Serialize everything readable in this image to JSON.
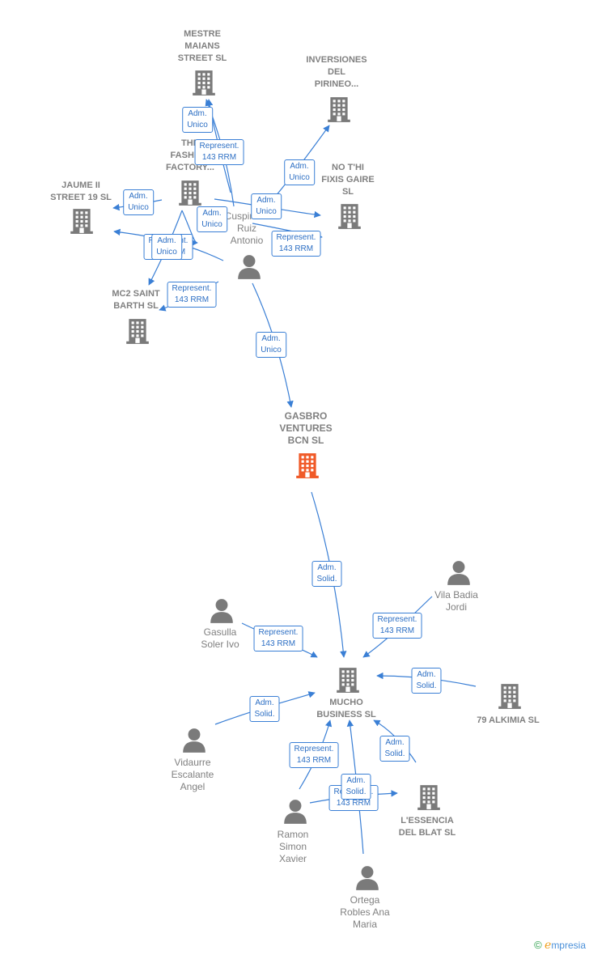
{
  "colors": {
    "edge": "#3a7fd5",
    "company": "#7a7a7a",
    "main_company": "#f05a28",
    "person": "#7a7a7a"
  },
  "nodes": [
    {
      "id": "mestre",
      "kind": "company",
      "label": "MESTRE\nMAIANS\nSTREET  SL",
      "icon": "building-icon"
    },
    {
      "id": "inversiones",
      "kind": "company",
      "label": "INVERSIONES\nDEL\nPIRINEO...",
      "icon": "building-icon"
    },
    {
      "id": "fashion",
      "kind": "company",
      "label": "THE\nFASHION\nFACTORY...",
      "icon": "building-icon"
    },
    {
      "id": "nothi",
      "kind": "company",
      "label": "NO T'HI\nFIXIS GAIRE\nSL",
      "icon": "building-icon"
    },
    {
      "id": "jaume",
      "kind": "company",
      "label": "JAUME II\nSTREET 19  SL",
      "icon": "building-icon"
    },
    {
      "id": "ruiz",
      "kind": "person",
      "label": "Cuspinera\nRuiz\nAntonio",
      "icon": "person-icon"
    },
    {
      "id": "mc2",
      "kind": "company",
      "label": "MC2 SAINT\nBARTH  SL",
      "icon": "building-icon"
    },
    {
      "id": "gasbro",
      "kind": "main",
      "label": "GASBRO\nVENTURES\nBCN  SL",
      "icon": "building-icon"
    },
    {
      "id": "vila",
      "kind": "person",
      "label": "Vila Badia\nJordi",
      "icon": "person-icon"
    },
    {
      "id": "gasulla",
      "kind": "person",
      "label": "Gasulla\nSoler Ivo",
      "icon": "person-icon"
    },
    {
      "id": "mucho",
      "kind": "company",
      "label": "MUCHO\nBUSINESS  SL",
      "icon": "building-icon"
    },
    {
      "id": "alkimia",
      "kind": "company",
      "label": "79 ALKIMIA SL",
      "icon": "building-icon"
    },
    {
      "id": "vidaurre",
      "kind": "person",
      "label": "Vidaurre\nEscalante\nAngel",
      "icon": "person-icon"
    },
    {
      "id": "essencia",
      "kind": "company",
      "label": "L'ESSENCIA\nDEL BLAT  SL",
      "icon": "building-icon"
    },
    {
      "id": "ramon",
      "kind": "person",
      "label": "Ramon\nSimon\nXavier",
      "icon": "person-icon"
    },
    {
      "id": "ortega",
      "kind": "person",
      "label": "Ortega\nRobles Ana\nMaria",
      "icon": "person-icon"
    }
  ],
  "edges": [
    {
      "label": "Adm.\nUnico"
    },
    {
      "label": "Represent.\n143 RRM"
    },
    {
      "label": "Adm.\nUnico"
    },
    {
      "label": "Adm.\nUnico"
    },
    {
      "label": "Adm.\nUnico"
    },
    {
      "label": "Adm.\nUnico"
    },
    {
      "label": "Represent.\n143 RRM"
    },
    {
      "label": "Represent.\n143 RRM"
    },
    {
      "label": "Adm.\nUnico"
    },
    {
      "label": "Represent.\n143 RRM"
    },
    {
      "label": "Adm.\nUnico"
    },
    {
      "label": "Adm.\nSolid."
    },
    {
      "label": "Represent.\n143 RRM"
    },
    {
      "label": "Represent.\n143 RRM"
    },
    {
      "label": "Adm.\nSolid."
    },
    {
      "label": "Adm.\nSolid."
    },
    {
      "label": "Adm.\nSolid."
    },
    {
      "label": "Represent.\n143 RRM"
    },
    {
      "label": "Represent.\n143 RRM"
    },
    {
      "label": "Adm.\nSolid."
    }
  ],
  "brand": {
    "copyright": "©",
    "initial": "e",
    "name": "mpresia"
  }
}
